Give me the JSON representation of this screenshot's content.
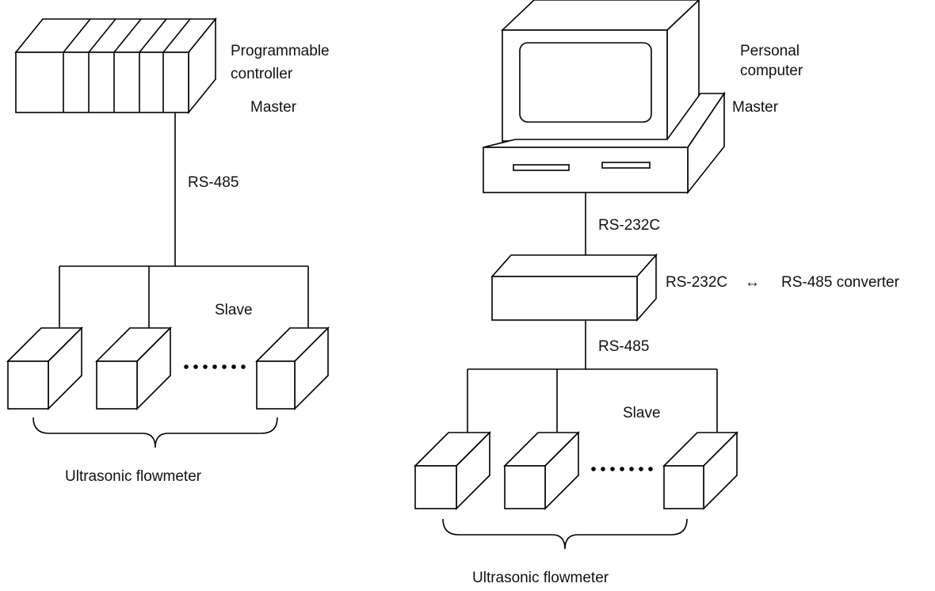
{
  "left": {
    "device_label_line1": "Programmable",
    "device_label_line2": "controller",
    "role_master": "Master",
    "bus_label": "RS-485",
    "role_slave": "Slave",
    "group_label": "Ultrasonic flowmeter"
  },
  "right": {
    "device_label_line1": "Personal",
    "device_label_line2": "computer",
    "role_master": "Master",
    "link_label": "RS-232C",
    "converter_from": "RS-232C",
    "converter_arrow": "↔",
    "converter_to": "RS-485 converter",
    "bus_label": "RS-485",
    "role_slave": "Slave",
    "group_label": "Ultrasonic flowmeter"
  }
}
